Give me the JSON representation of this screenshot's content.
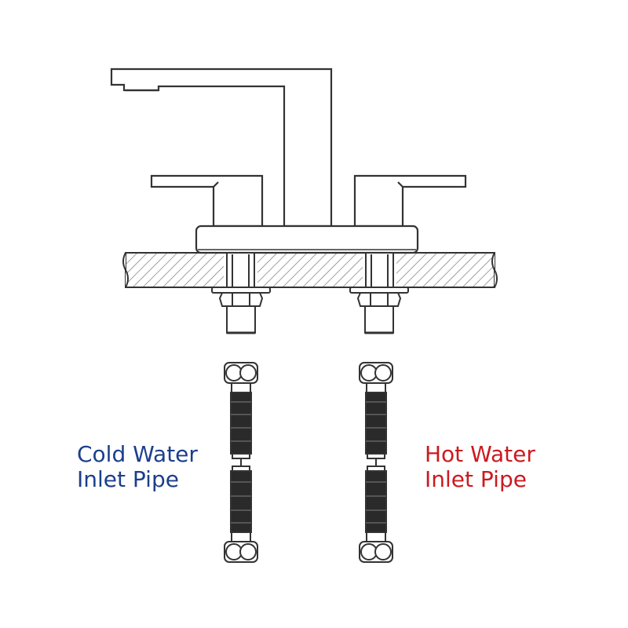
{
  "labels": {
    "cold": {
      "line1": "Cold Water",
      "line2": "Inlet Pipe",
      "color": "#1c3f8c"
    },
    "hot": {
      "line1": "Hot Water",
      "line2": "Inlet Pipe",
      "color": "#cc1a1f"
    }
  },
  "colors": {
    "stroke": "#333333",
    "hose_dark": "#2a2a2a",
    "hatch": "#777777",
    "background": "#ffffff"
  },
  "icons": [
    "faucet-spout",
    "faucet-handle",
    "countertop",
    "shank-nut",
    "braided-hose"
  ]
}
